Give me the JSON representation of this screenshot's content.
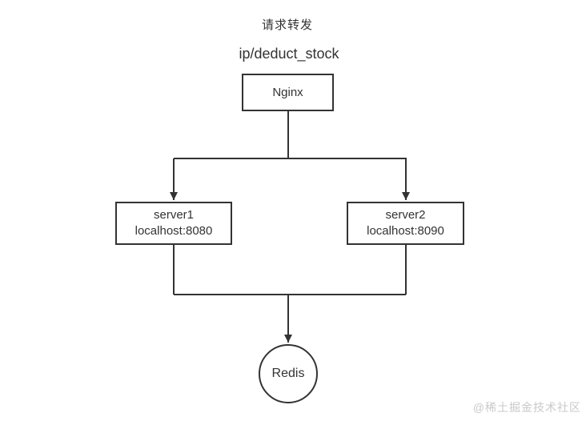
{
  "diagram": {
    "title": "请求转发",
    "route_label": "ip/deduct_stock",
    "line_color": "#333333",
    "text_color": "#333333",
    "background_color": "#ffffff",
    "nodes": {
      "nginx": {
        "label": "Nginx"
      },
      "server1": {
        "name": "server1",
        "address": "localhost:8080"
      },
      "server2": {
        "name": "server2",
        "address": "localhost:8090"
      },
      "redis": {
        "label": "Redis"
      }
    },
    "watermark": {
      "text": "@稀土掘金技术社区",
      "color": "#c9c9c9"
    }
  }
}
